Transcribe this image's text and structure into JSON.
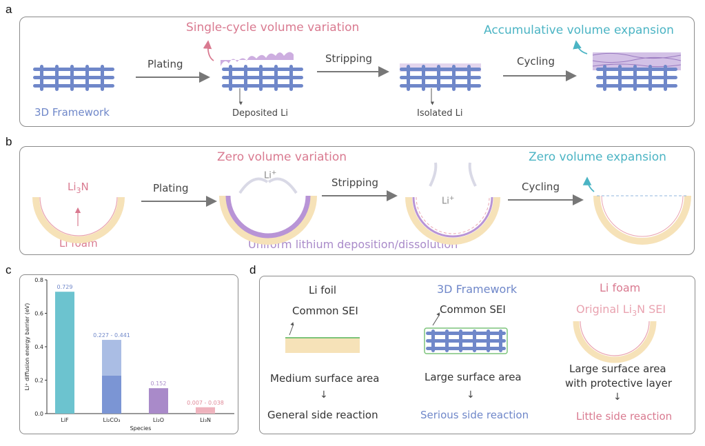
{
  "panels": {
    "a": "a",
    "b": "b",
    "c": "c",
    "d": "d"
  },
  "colors": {
    "framework": "#6f87c9",
    "lithium": "#a98ac9",
    "li_foam": "#f6e2b8",
    "pink": "#d97a90",
    "teal": "#4bb4c4",
    "arrow": "#777777"
  },
  "panel_a": {
    "top_left_title": "Single-cycle volume variation",
    "top_right_title": "Accumulative volume expansion",
    "framework_label": "3D Framework",
    "step1": "Plating",
    "step2": "Stripping",
    "step3": "Cycling",
    "deposited_label": "Deposited Li",
    "isolated_label": "Isolated Li"
  },
  "panel_b": {
    "top_left_title": "Zero volume variation",
    "top_right_title": "Zero volume expansion",
    "li3n_label_main": "Li",
    "li3n_label_sub": "3",
    "li3n_label_tail": "N",
    "foam_label": "Li foam",
    "step1": "Plating",
    "step2": "Stripping",
    "step3": "Cycling",
    "li_ion_1": "Li",
    "li_ion_1_sup": "+",
    "li_ion_2": "Li",
    "li_ion_2_sup": "+",
    "bottom_caption": "Uniform lithium deposition/dissolution"
  },
  "chart_data": {
    "type": "bar",
    "categories": [
      "LiF",
      "Li₂CO₃",
      "Li₂O",
      "Li₃N"
    ],
    "series": [
      {
        "values": [
          0.729,
          0.227,
          0.152,
          0.007
        ]
      },
      {
        "values": [
          0.729,
          0.441,
          0.152,
          0.038
        ]
      }
    ],
    "value_labels": [
      "0.729",
      "0.227 - 0.441",
      "0.152",
      "0.007 - 0.038"
    ],
    "bar_colors": [
      "#6cc3cf",
      "#7b95d4",
      "#a98ac9",
      "#efb3bd"
    ],
    "range_colors": [
      "#6cc3cf",
      "#aabde4",
      "#a98ac9",
      "#efb3bd"
    ],
    "xlabel": "Species",
    "ylabel": "Li⁺ diffusion energy barrier (eV)",
    "ylim": [
      0,
      0.8
    ],
    "yticks": [
      "0.0",
      "0.2",
      "0.4",
      "0.6",
      "0.8"
    ],
    "grid": false
  },
  "panel_d": {
    "col1_title": "Li foil",
    "col1_sei": "Common SEI",
    "col1_area": "Medium surface area",
    "col1_reaction": "General side reaction",
    "col2_title": "3D Framework",
    "col2_sei": "Common SEI",
    "col2_area": "Large surface area",
    "col2_reaction": "Serious side reaction",
    "col3_title": "Li foam",
    "col3_sei_pre": "Original Li",
    "col3_sei_sub": "3",
    "col3_sei_post": "N SEI",
    "col3_area_line1": "Large surface area",
    "col3_area_line2": "with protective layer",
    "col3_reaction": "Little side reaction",
    "down_arrow": "↓"
  }
}
